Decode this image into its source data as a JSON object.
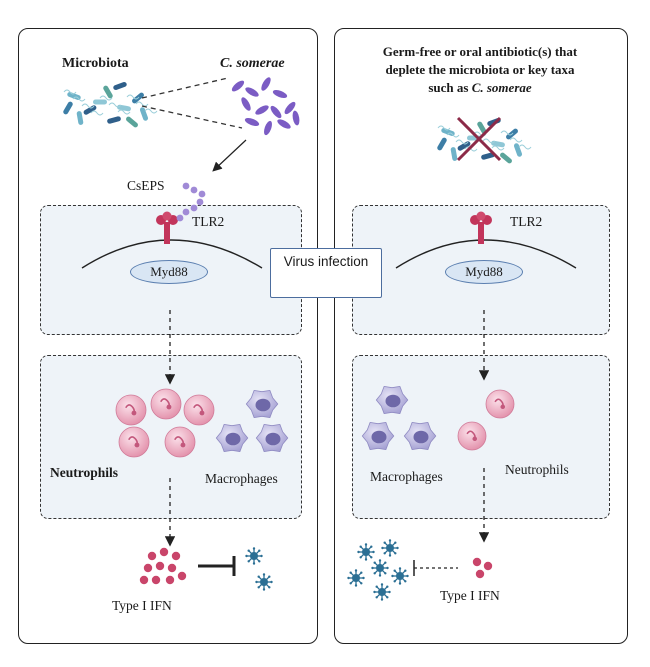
{
  "left_panel": {
    "microbiota_label": "Microbiota",
    "species_label": "C. somerae",
    "product_label": "CsEPS",
    "receptor_label": "TLR2",
    "adaptor_label": "Myd88",
    "neutrophils_label": "Neutrophils",
    "macrophages_label": "Macrophages",
    "output_label": "Type I IFN"
  },
  "right_panel": {
    "condition_line1": "Germ-free or oral antibiotic(s) that",
    "condition_line2": "deplete the microbiota or key taxa",
    "condition_line3_prefix": "such as",
    "condition_line3_species": "C. somerae",
    "receptor_label": "TLR2",
    "adaptor_label": "Myd88",
    "macrophages_label": "Macrophages",
    "neutrophils_label": "Neutrophils",
    "output_label": "Type I IFN"
  },
  "center": {
    "virus_label": "Virus infection"
  },
  "colors": {
    "neutrophil": "#e8a3b9",
    "macrophage": "#b7b3dc",
    "bacteria": "#7b5cc4",
    "ifn_dot": "#c9456a",
    "virus": "#2b6f94",
    "receptor": "#c2355b",
    "zone_fill": "#eef3f8"
  },
  "icons": {
    "virus": "virus-icon",
    "inhibition": "inhibition-arrow-icon",
    "crossed_out": "cross-icon"
  }
}
